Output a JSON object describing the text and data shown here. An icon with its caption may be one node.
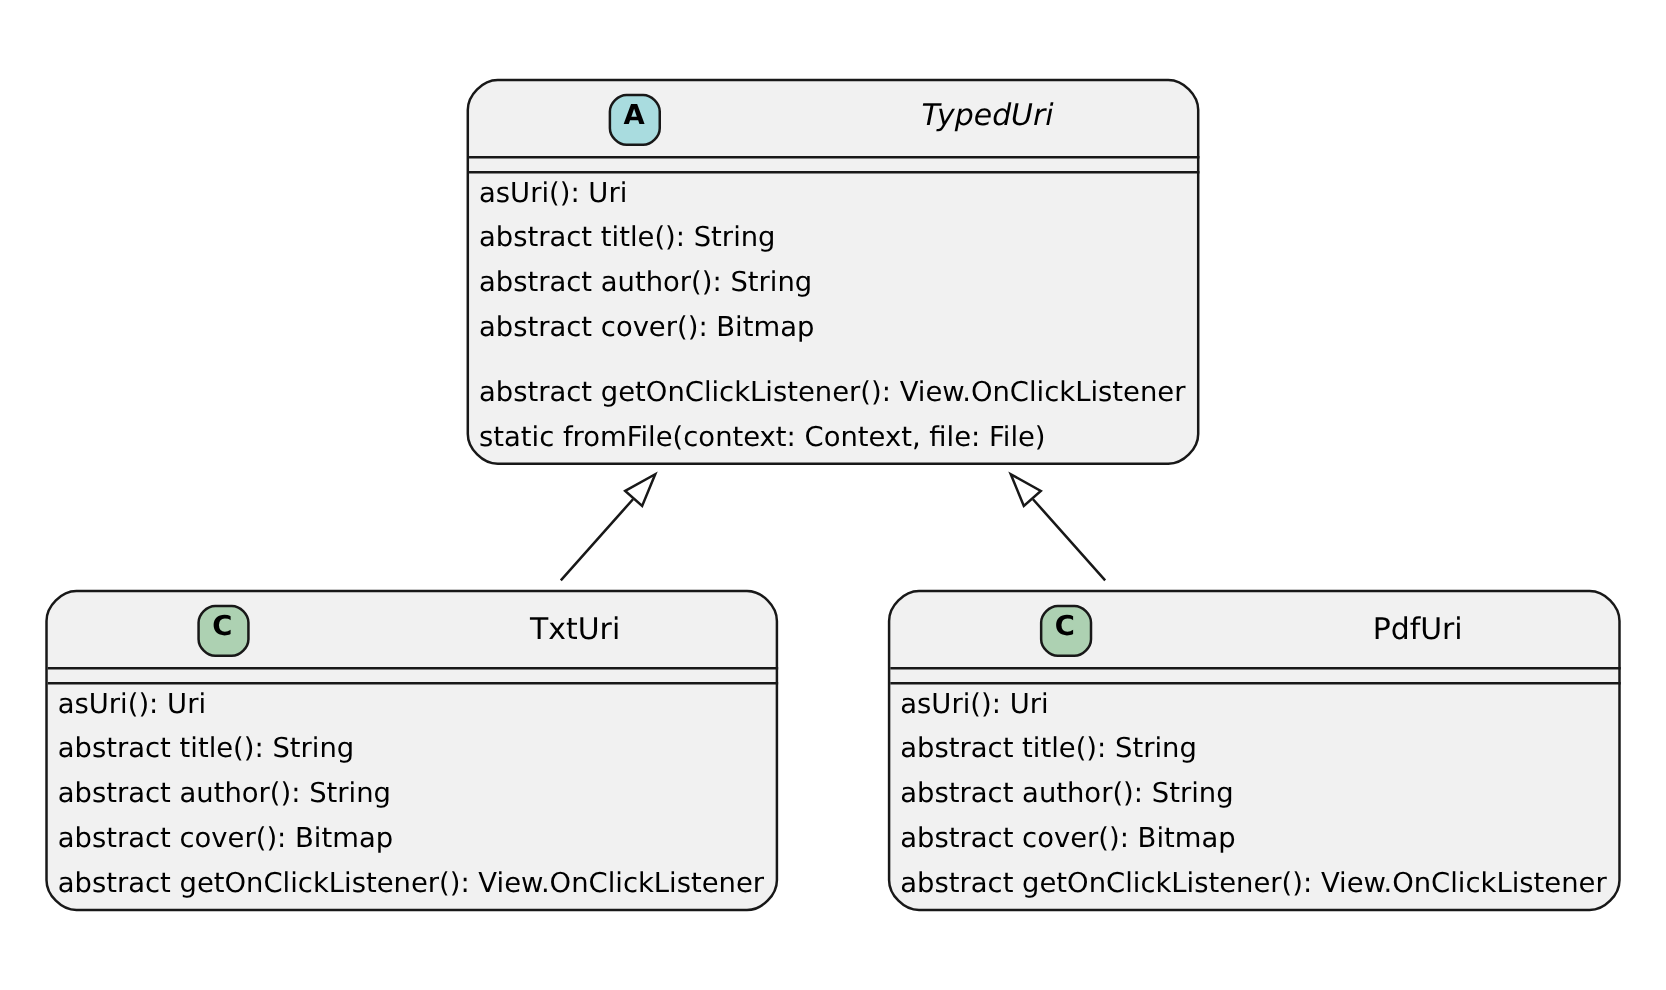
{
  "diagram": {
    "nodes": [
      {
        "text": [
          "A",
          "TypedUri",
          "asUri(): Uri",
          "abstract title(): String",
          "abstract author(): String",
          "abstract cover(): Bitmap",
          "abstract getOnClickListener(): View.OnClickListener",
          "static fromFile(context: Context, file: File)"
        ]
      },
      {
        "text": [
          "C",
          "TxtUri",
          "asUri(): Uri",
          "abstract title(): String",
          "abstract author(): String",
          "abstract cover(): Bitmap",
          "abstract getOnClickListener(): View.OnClickListener"
        ]
      },
      {
        "text": [
          "C",
          "PdfUri",
          "asUri(): Uri",
          "abstract title(): String",
          "abstract author(): String",
          "abstract cover(): Bitmap",
          "abstract getOnClickListener(): View.OnClickListener"
        ]
      }
    ],
    "edges": [
      {
        "from": 1,
        "to": 0,
        "arrow": "to"
      },
      {
        "from": 2,
        "to": 0,
        "arrow": "to"
      }
    ]
  }
}
